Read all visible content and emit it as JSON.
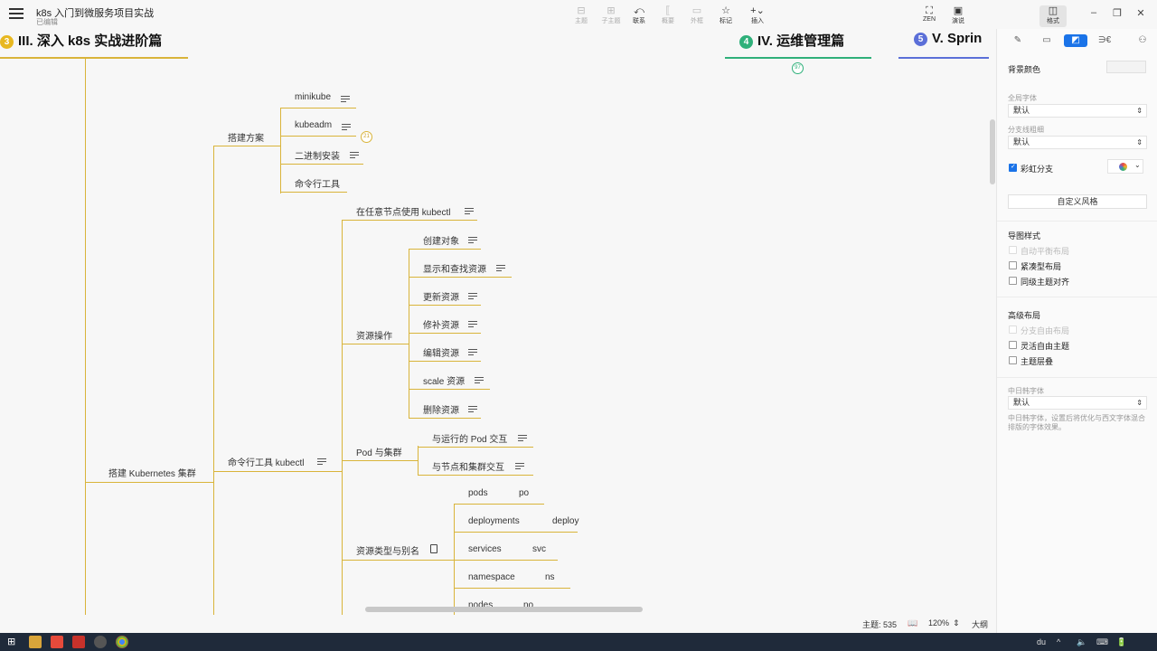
{
  "app": {
    "title": "k8s 入门到微服务项目实战",
    "subtitle": "已编辑"
  },
  "toolbar": {
    "items": [
      {
        "label": "主题",
        "icon": "topic-icon",
        "glyph": "⊟",
        "enabled": false
      },
      {
        "label": "子主题",
        "icon": "subtopic-icon",
        "glyph": "⊞",
        "enabled": false
      },
      {
        "label": "联系",
        "icon": "relationship-icon",
        "glyph": "⤺",
        "enabled": true
      },
      {
        "label": "概要",
        "icon": "summary-icon",
        "glyph": "⟦",
        "enabled": false
      },
      {
        "label": "外框",
        "icon": "boundary-icon",
        "glyph": "▭",
        "enabled": false
      },
      {
        "label": "标记",
        "icon": "marker-icon",
        "glyph": "☆",
        "enabled": true
      },
      {
        "label": "插入",
        "icon": "insert-icon",
        "glyph": "+⌄",
        "enabled": true
      }
    ],
    "zen_label": "ZEN",
    "present_label": "演说",
    "format_label": "格式"
  },
  "branches": [
    {
      "num": "3",
      "label": "III. 深入 k8s 实战进阶篇",
      "color": "#e8b820"
    },
    {
      "num": "4",
      "label": "IV. 运维管理篇",
      "color": "#2fb07a"
    },
    {
      "num": "5",
      "label": "V. Sprin",
      "color": "#5b6fd8"
    }
  ],
  "collapse_badges": {
    "ops": "97",
    "setup": "21"
  },
  "mindmap": {
    "root_topic": "搭建 Kubernetes 集群",
    "setup_plan": {
      "label": "搭建方案",
      "children": [
        "minikube",
        "kubeadm",
        "二进制安装",
        "命令行工具"
      ]
    },
    "kubectl": {
      "label": "命令行工具 kubectl",
      "any_node": "在任意节点使用 kubectl",
      "resource_ops": {
        "label": "资源操作",
        "children": [
          "创建对象",
          "显示和查找资源",
          "更新资源",
          "修补资源",
          "编辑资源",
          "scale 资源",
          "删除资源"
        ]
      },
      "pod_cluster": {
        "label": "Pod 与集群",
        "children": [
          "与运行的 Pod 交互",
          "与节点和集群交互"
        ]
      },
      "types_alias": {
        "label": "资源类型与别名",
        "rows": [
          {
            "name": "pods",
            "alias": "po"
          },
          {
            "name": "deployments",
            "alias": "deploy"
          },
          {
            "name": "services",
            "alias": "svc"
          },
          {
            "name": "namespace",
            "alias": "ns"
          },
          {
            "name": "nodes",
            "alias": "no"
          }
        ]
      }
    }
  },
  "status": {
    "topics": "主题: 535",
    "zoom": "120%",
    "outline": "大纲"
  },
  "panel": {
    "tabs": [
      "style-icon",
      "map-icon",
      "format-icon",
      "mark-icon",
      "link-icon"
    ],
    "bg_color_label": "背景颜色",
    "global_font_label": "全局字体",
    "global_font_value": "默认",
    "branch_thickness_label": "分支线粗细",
    "branch_thickness_value": "默认",
    "rainbow_label": "彩虹分支",
    "custom_style_button": "自定义风格",
    "map_style_title": "导图样式",
    "map_style_options": [
      {
        "label": "自动平衡布局",
        "checked": false,
        "disabled": true
      },
      {
        "label": "紧凑型布局",
        "checked": false,
        "disabled": false
      },
      {
        "label": "同级主题对齐",
        "checked": false,
        "disabled": false
      }
    ],
    "advanced_title": "高级布局",
    "advanced_options": [
      {
        "label": "分支自由布局",
        "checked": false,
        "disabled": true
      },
      {
        "label": "灵活自由主题",
        "checked": false,
        "disabled": false
      },
      {
        "label": "主题层叠",
        "checked": false,
        "disabled": false
      }
    ],
    "cjk_font_label": "中日韩字体",
    "cjk_font_value": "默认",
    "cjk_font_hint": "中日韩字体，设置后将优化与西文字体混合排版的字体效果。"
  },
  "taskbar": {
    "tray": [
      "du",
      "^",
      "🔈",
      "⌨",
      "🔋"
    ]
  }
}
